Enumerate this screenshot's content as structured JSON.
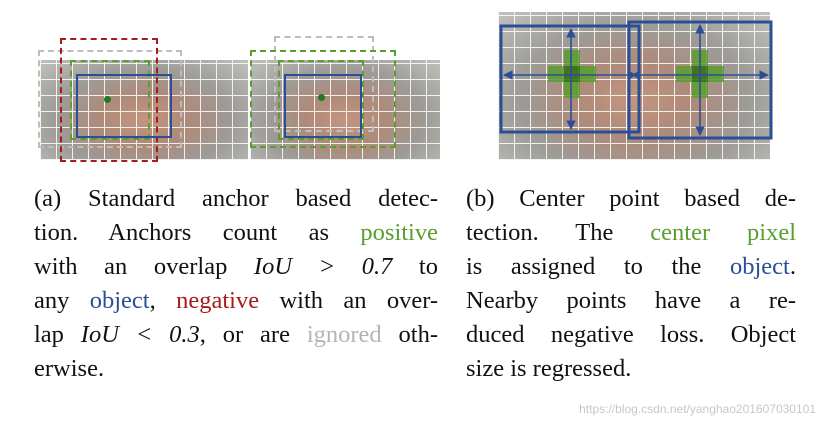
{
  "colors": {
    "positive": "#5a9e2e",
    "negative": "#a61c1c",
    "ignored": "#b4b4b4",
    "object": "#2b4f96"
  },
  "caption_a": {
    "l1": "(a) Standard anchor based detec-",
    "l2a": "tion.  Anchors count as ",
    "l2b": "positive",
    "l3a": "with an overlap ",
    "l3b": "IoU  >  0.7",
    "l3c": " to",
    "l4a": "any ",
    "l4b": "object",
    "l4c": ", ",
    "l4d": "negative",
    "l4e": " with an over-",
    "l5a": "lap ",
    "l5b": "IoU < 0.3",
    "l5c": ", or are ",
    "l5d": "ignored",
    "l5e": " oth-",
    "l6": "erwise."
  },
  "caption_b": {
    "l1": "(b) Center point based de-",
    "l2a": "tection.   The ",
    "l2b": "center pixel",
    "l3a": "is assigned to the ",
    "l3b": "object",
    "l3c": ".",
    "l4": "Nearby points have a re-",
    "l5": "duced negative loss. Object",
    "l6": "size is regressed."
  },
  "watermark": "https://blog.csdn.net/yanghao201607030101"
}
